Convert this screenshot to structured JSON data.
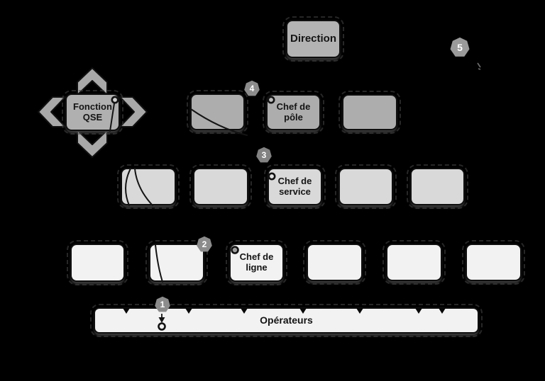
{
  "colors": {
    "background": "#000000",
    "direction_fill": "#b3b3b3",
    "qse_fill": "#b0b0b0",
    "pole_row_fill": "#adadad",
    "service_row_fill": "#d9d9d9",
    "ligne_row_fill": "#f2f2f2",
    "operators_bar_fill": "#f2f2f2",
    "badge_fill": "#8c8c8c",
    "badge_text": "#ffffff",
    "box_text": "#141414",
    "line_stroke": "#141414"
  },
  "org_chart": {
    "direction": {
      "label": "Direction"
    },
    "qse": {
      "label": "Fonction QSE"
    },
    "pole": {
      "label": "Chef de pôle"
    },
    "service": {
      "label": "Chef de service"
    },
    "ligne": {
      "label": "Chef de ligne"
    },
    "operators": {
      "label": "Opérateurs"
    },
    "badges": {
      "b1": "1",
      "b2": "2",
      "b3": "3",
      "b4": "4",
      "b5": "5"
    }
  },
  "icons": {
    "pin": "pin-icon",
    "badge_shape": "heptagon-badge",
    "qse_arrows": "four-direction-chevron-arrows",
    "operators_notches": "down-arrowhead-notches"
  }
}
